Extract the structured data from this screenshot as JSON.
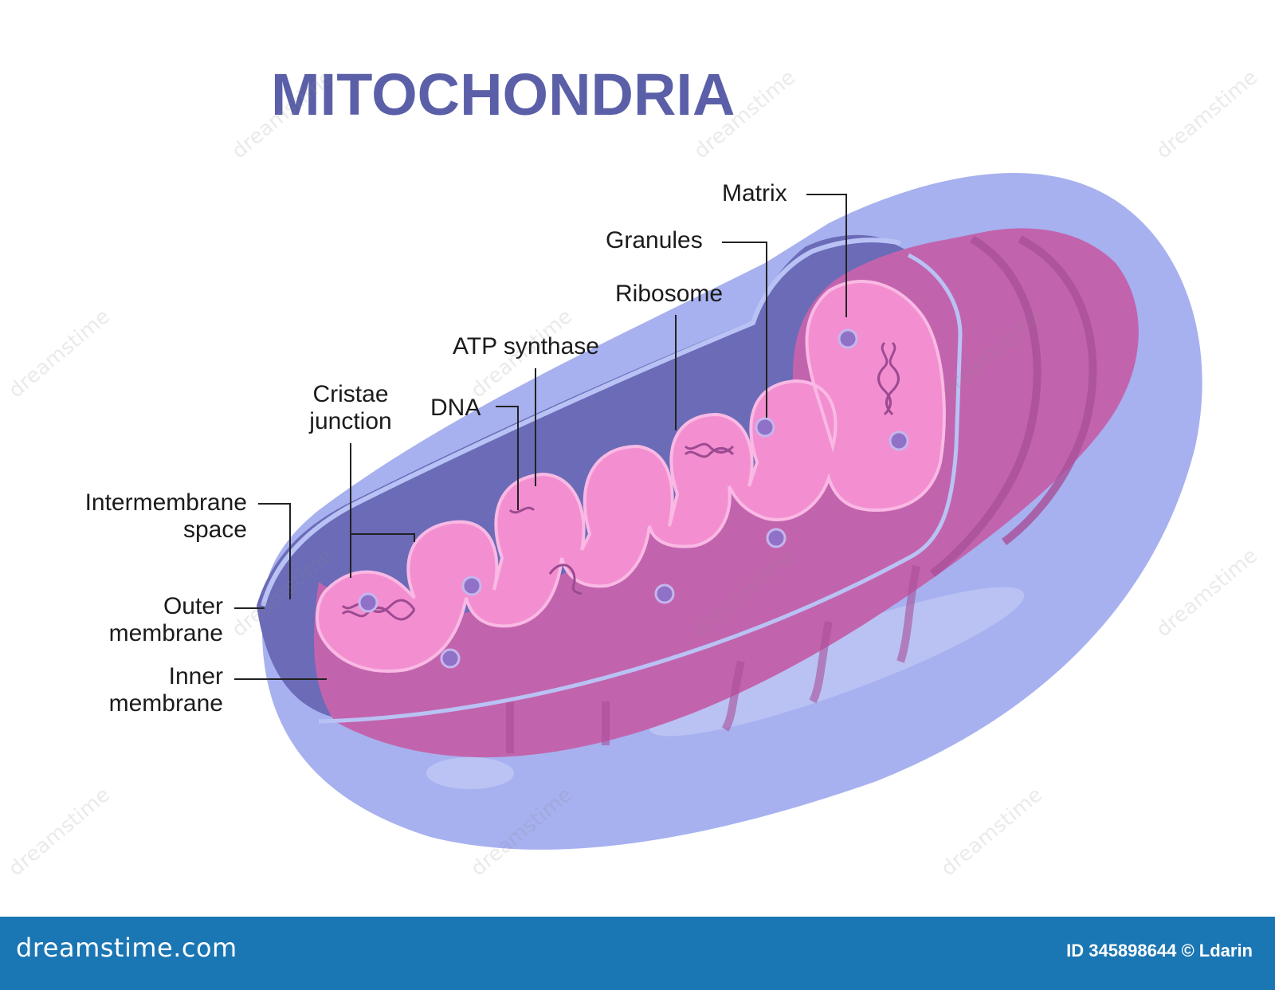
{
  "title": "MITOCHONDRIA",
  "labels": {
    "matrix": "Matrix",
    "granules": "Granules",
    "ribosome": "Ribosome",
    "atp_synthase": "ATP synthase",
    "dna": "DNA",
    "cristae_junction": [
      "Cristae",
      "junction"
    ],
    "intermembrane_space": [
      "Intermembrane",
      "space"
    ],
    "outer_membrane": [
      "Outer",
      "membrane"
    ],
    "inner_membrane": [
      "Inner",
      "membrane"
    ]
  },
  "watermark": "dreamstime",
  "footer": {
    "brand": "dreamstime.com",
    "image_id": "ID 345898644 © Ldarin"
  },
  "colors": {
    "title": "#5a5fa8",
    "outer_membrane": "#a7b1ef",
    "intermembrane_space": "#6b6bb8",
    "inner_membrane_side": "#c264ad",
    "matrix": "#f38fd0",
    "granule": "#8f72c7",
    "footer": "#1b76b4"
  }
}
